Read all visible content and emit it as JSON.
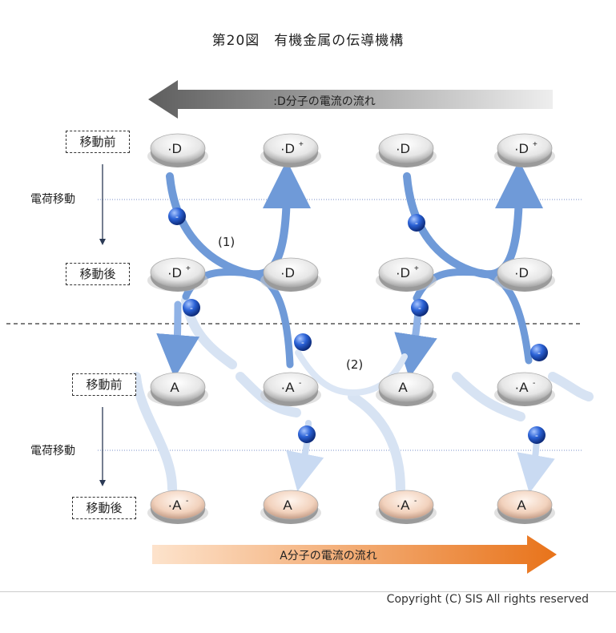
{
  "title": "第20図　有機金属の伝導機構",
  "d_flow_label": ":D分子の電流の流れ",
  "a_flow_label": "A分子の電流の流れ",
  "stage_labels": {
    "before_top": "移動前",
    "after_top": "移動後",
    "before_bottom": "移動前",
    "after_bottom": "移動後"
  },
  "move_labels": {
    "top": "電荷移動",
    "bottom": "電荷移動"
  },
  "step_labels": {
    "one": "(1)",
    "two": "(2)"
  },
  "electron_symbol": "-",
  "rows": {
    "d_before": [
      "·D",
      "·D",
      "·D",
      "·D"
    ],
    "d_before_charge": [
      "",
      "+",
      "",
      "+"
    ],
    "d_after": [
      "·D",
      "·D",
      "·D",
      "·D"
    ],
    "d_after_charge": [
      "+",
      "",
      "+",
      ""
    ],
    "a_before": [
      "A",
      "·A",
      "A",
      "·A"
    ],
    "a_before_charge": [
      "",
      "-",
      "",
      "-"
    ],
    "a_after": [
      "·A",
      "A",
      "·A",
      "A"
    ],
    "a_after_charge": [
      "-",
      "",
      "-",
      ""
    ]
  },
  "colors": {
    "d_arrow": "#6f6f6f",
    "a_arrow": "#ef7d22",
    "flow_blue": "#6f9ad8",
    "electron": "#2456c8",
    "pinkish": "#f0c8b0"
  },
  "copyright": "Copyright (C) SIS All rights reserved"
}
